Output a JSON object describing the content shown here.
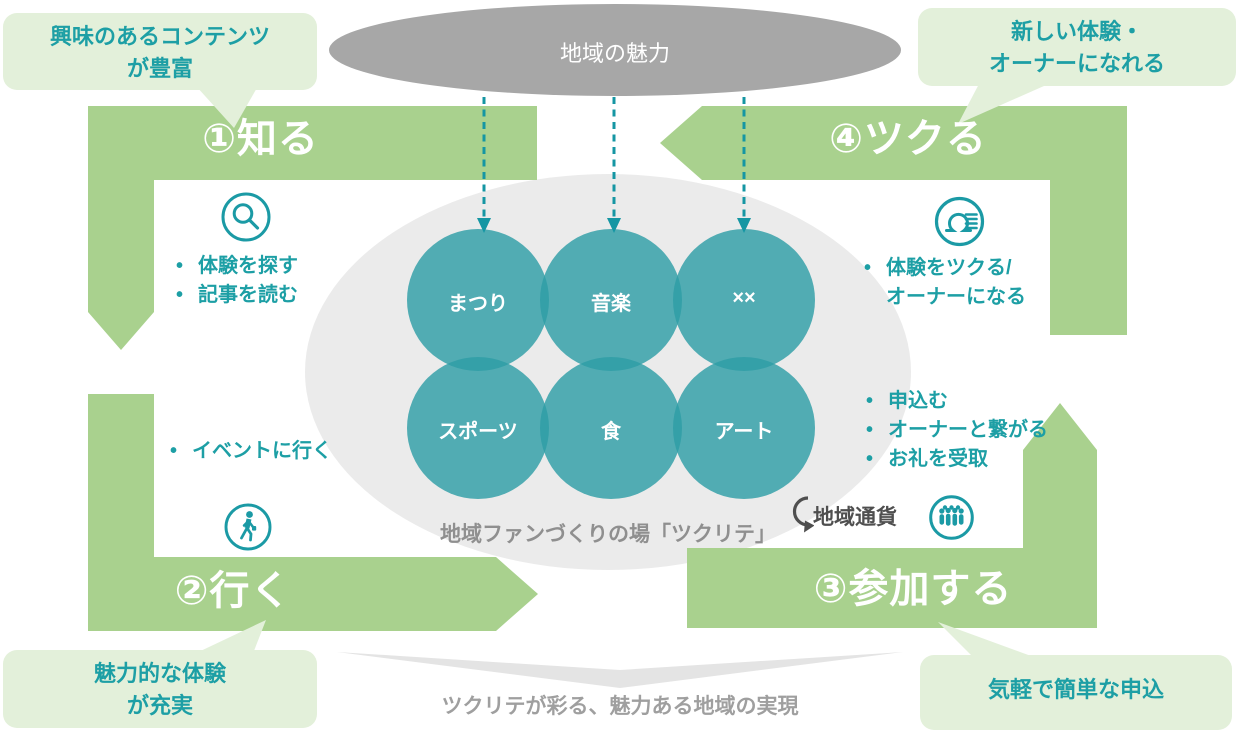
{
  "top_ellipse": {
    "label": "地域の魅力"
  },
  "callouts": {
    "top_left": {
      "text": "興味のあるコンテンツ\nが豊富"
    },
    "top_right": {
      "text": "新しい体験・\nオーナーになれる"
    },
    "bottom_left": {
      "text": "魅力的な体験\nが充実"
    },
    "bottom_right": {
      "text": "気軽で簡単な申込"
    }
  },
  "sections": {
    "know": {
      "title": "①知る",
      "icon": "magnifier-icon",
      "bullets": [
        "体験を探す",
        "記事を読む"
      ]
    },
    "go": {
      "title": "②行く",
      "icon": "walking-person-icon",
      "bullets": [
        "イベントに行く"
      ]
    },
    "participate": {
      "title": "③参加する",
      "icon": "people-group-icon",
      "bullets": [
        "申込む",
        "オーナーと繋がる",
        "お礼を受取"
      ],
      "currency": {
        "label": "地域通貨",
        "icon": "circular-arrow-icon"
      }
    },
    "create": {
      "title": "④ツクる",
      "icon": "person-profile-list-icon",
      "bullets": [
        "体験をツクる/",
        "オーナーになる"
      ]
    }
  },
  "platform": {
    "categories": [
      "まつり",
      "音楽",
      "××",
      "スポーツ",
      "食",
      "アート"
    ],
    "caption": "地域ファンづくりの場「ツクリテ」"
  },
  "footer": {
    "text": "ツクリテが彩る、魅力ある地域の実現"
  },
  "colors": {
    "band_green": "#a9d18e",
    "callout_green": "#e3f0da",
    "circle_teal": "#2e9ea6",
    "teal_text": "#1d9fa5",
    "top_ellipse_gray": "#a7a7a7",
    "platform_gray": "#ebebeb",
    "chevron_gray": "#e4e4e4"
  }
}
